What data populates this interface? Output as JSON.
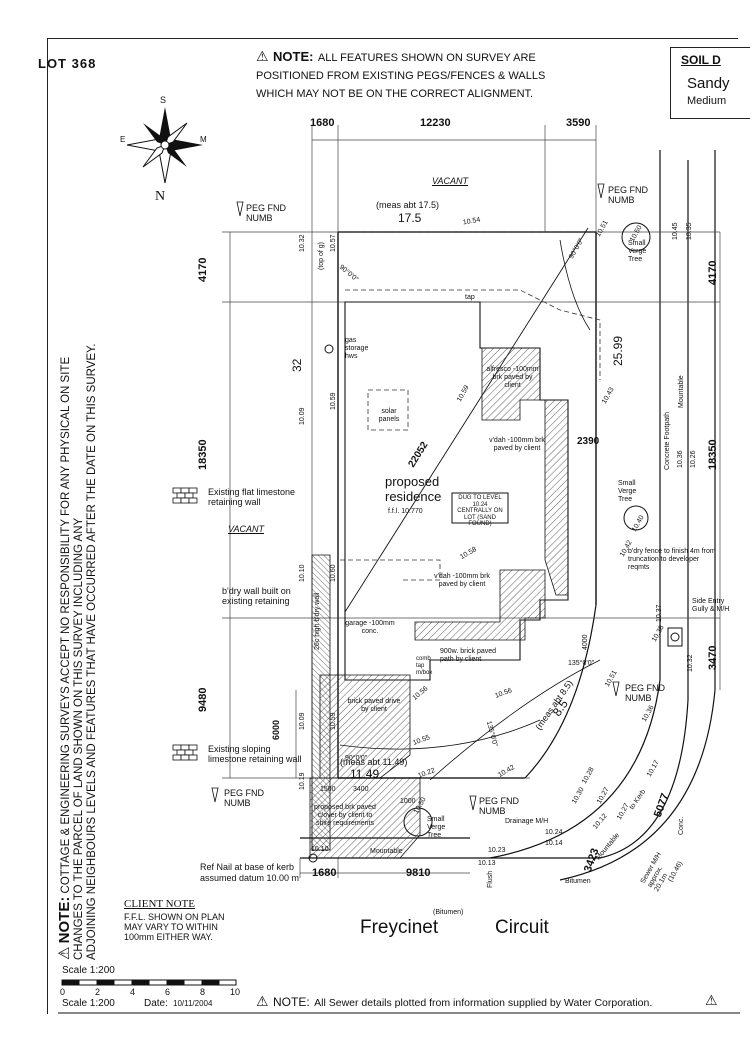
{
  "lot_label": "LOT  368",
  "top_note": {
    "title": "NOTE:",
    "text": "ALL FEATURES SHOWN ON SURVEY ARE POSITIONED FROM EXISTING PEGS/FENCES & WALLS WHICH MAY NOT BE ON THE CORRECT ALIGNMENT."
  },
  "soil_box": {
    "title": "SOIL D",
    "type": "Sandy",
    "grade": "Medium"
  },
  "side_note": {
    "title": "NOTE:",
    "line1": "COTTAGE & ENGINEERING SURVEYS ACCEPT NO RESPONSIBILITY FOR ANY PHYSICAL ON SITE",
    "line2": "CHANGES TO THE PARCEL OF LAND SHOWN ON THIS SURVEY INCLUDING ANY",
    "line3": "ADJOINING NEIGHBOURS LEVELS AND FEATURES THAT HAVE OCCURRED AFTER THE DATE ON THIS SURVEY."
  },
  "compass": {
    "s": "S",
    "e": "E",
    "w": "M",
    "n": "N"
  },
  "dims_top": [
    "1680",
    "12230",
    "3590"
  ],
  "dims_left": [
    "4170",
    "18350",
    "9480",
    "6000",
    "32"
  ],
  "dims_right": [
    "4170",
    "18350",
    "3470",
    "5077",
    "3423"
  ],
  "dims_bottom": [
    "1680",
    "9810"
  ],
  "dims_inner": {
    "d2390": "2390",
    "d1500": "1500",
    "d3400": "3400",
    "d1000": "1000",
    "d4000": "4000"
  },
  "pegs": [
    "PEG FND",
    "NUMB"
  ],
  "vacant": "VACANT",
  "meas": {
    "top_meas": "(meas abt 17.5)",
    "top_val": "17.5",
    "bottom_meas": "(meas abt 11.49)",
    "bottom_val": "11.49",
    "arc_meas": "(meas abt 8.5)",
    "arc_val": "8.5",
    "diag": "22052",
    "right_len": "25.99"
  },
  "angles": {
    "a1": "90°0'0\"",
    "a2": "90°0'0\"",
    "a3": "135°0'0\"",
    "a4": "135°0'0\"",
    "a5": "90°0'0\""
  },
  "levels": {
    "l1054": "10.54",
    "l1051": "10.51",
    "l1050": "10.50",
    "l1045": "10.45",
    "l1035": "10.35",
    "l1032": "10.32",
    "l1057": "10.57",
    "l1059": "10.59",
    "l1009": "10.09",
    "l1059b": "10.59",
    "l1043": "10.43",
    "l1036": "10.36",
    "l1026": "10.26",
    "l1042": "10.42",
    "l1040": "10.40",
    "l1058": "10.58",
    "l1010": "10.10",
    "l1060": "10.60",
    "l1056": "10.56",
    "l1056b": "10.56",
    "l1055": "10.55",
    "l1022": "10.22",
    "l1042b": "10.42",
    "l1037": "10.37",
    "l1038": "10.38",
    "l1032b": "10.32",
    "l1051b": "10.51",
    "l1036b": "10.36",
    "l1028": "10.28",
    "l1030": "10.30",
    "l1027": "10.27",
    "l1027b": "10.27",
    "l1024": "10.24",
    "l1014": "10.14",
    "l1012": "10.12",
    "l1017": "10.17",
    "l1019": "10.19",
    "l1010b": "10.10",
    "l1023": "10.23",
    "l1013": "10.13",
    "l1046": "(10.46)",
    "l1009b": "10.09",
    "l1059c": "10.59",
    "l1050b": "10.50"
  },
  "features": {
    "tap": "tap",
    "gas": "gas storage hws",
    "solar": "solar panels",
    "alfresco": "alfresco -100mm brk paved by client",
    "vdah1": "v'dah -100mm brk paved by client",
    "residence": "proposed residence",
    "ffl": "f.f.l. 10.770",
    "dug_box": "DUG TO LEVEL 10.24 CENTRALLY ON LOT (SAND FOUND)",
    "vdah2": "v'dah -100mm brk paved by client",
    "garage": "garage -100mm conc.",
    "path": "900w. brick paved path by client",
    "comb": "comb tap m/box",
    "drive": "brick paved drive by client",
    "crossover": "proposed brk paved c/over by client to shire requirements",
    "verge_tree1": "Small Verge Tree",
    "verge_tree2": "Small Verge Tree",
    "verge_tree3": "Small Verge Tree",
    "footpath": "Concrete Footpath",
    "mountable": "Mountable",
    "mountable2": "Mountable",
    "mountable3": "Mountable",
    "bdry_fence": "b'dry fence to finish 4m from truncation to developer reqmts",
    "side_entry": "Side Entry Gully & M/H",
    "drainage": "Drainage M/H",
    "sewer": "Sewer M/H approx. 20.1m",
    "to_kerb": "to Kerb",
    "conc": "Conc.",
    "bitumen": "Bitumen",
    "flush": "Flush",
    "ref_nail": "Ref Nail at base of kerb",
    "datum": "assumed datum 10.00 m",
    "street_sub": "(Bitumen)",
    "street1": "Freycinet",
    "street2": "Circuit",
    "limestone1": "Existing flat limestone retaining wall",
    "bdry_wall": "b'dry wall built on existing retaining",
    "limestone2": "Existing sloping limestone retaining wall",
    "high_wall": "26c high b'dry wall",
    "top_of": "(top of g)"
  },
  "client_note": {
    "title": "CLIENT NOTE",
    "text": "F.F.L. SHOWN ON PLAN MAY VARY TO WITHIN 100mm EITHER WAY."
  },
  "scale": {
    "label": "Scale  1:200",
    "ticks": [
      "0",
      "2",
      "4",
      "6",
      "8",
      "10"
    ],
    "footer_scale": "Scale  1:200",
    "date_label": "Date:",
    "date": "10/11/2004"
  },
  "bottom_note": {
    "title": "NOTE:",
    "text": "All Sewer details plotted from information supplied by Water Corporation."
  }
}
